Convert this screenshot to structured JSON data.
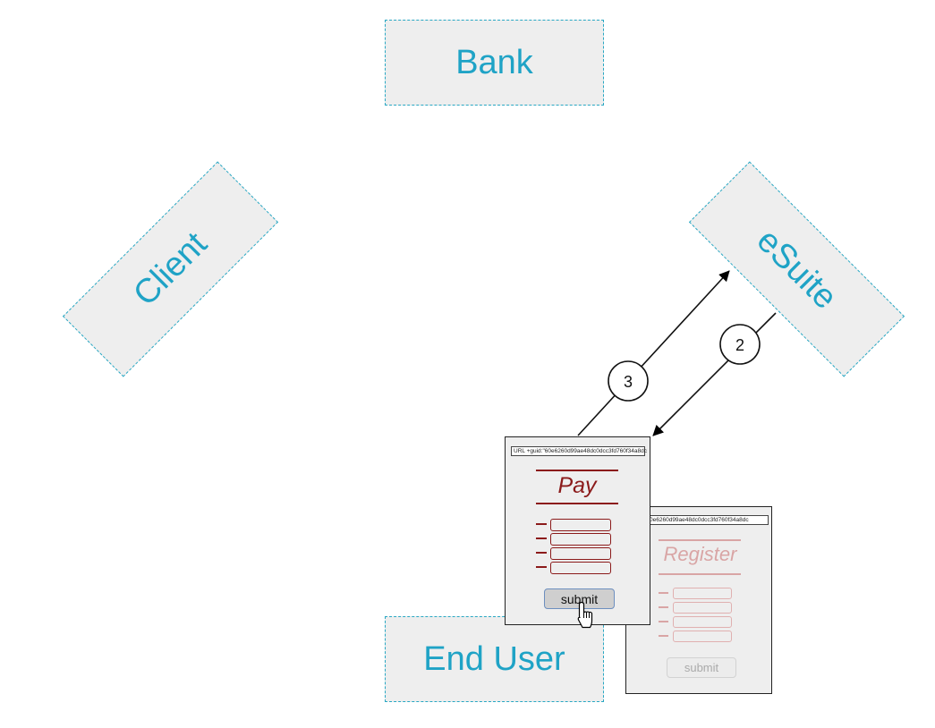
{
  "actors": {
    "bank": "Bank",
    "client": "Client",
    "esuite": "eSuite",
    "end_user": "End User"
  },
  "steps": {
    "step2": "2",
    "step3": "3"
  },
  "pay_form": {
    "url": "URL +guid:\"60e6260d99ae48dc0dcc3fd760f34a8dc",
    "title": "Pay",
    "field_count": 4,
    "submit_label": "submit"
  },
  "register_form": {
    "url": "guid:\"60e6260d99ae48dc0dcc3fd760f34a8dc",
    "title": "Register",
    "field_count": 4,
    "submit_label": "submit"
  },
  "colors": {
    "actor_text": "#1fa3c6",
    "actor_border": "#29a8c4",
    "actor_fill": "#eeeeee",
    "pay_accent": "#8b1a1a",
    "register_accent": "#d9a5a5"
  },
  "icons": {
    "cursor": "hand-pointer-icon"
  }
}
